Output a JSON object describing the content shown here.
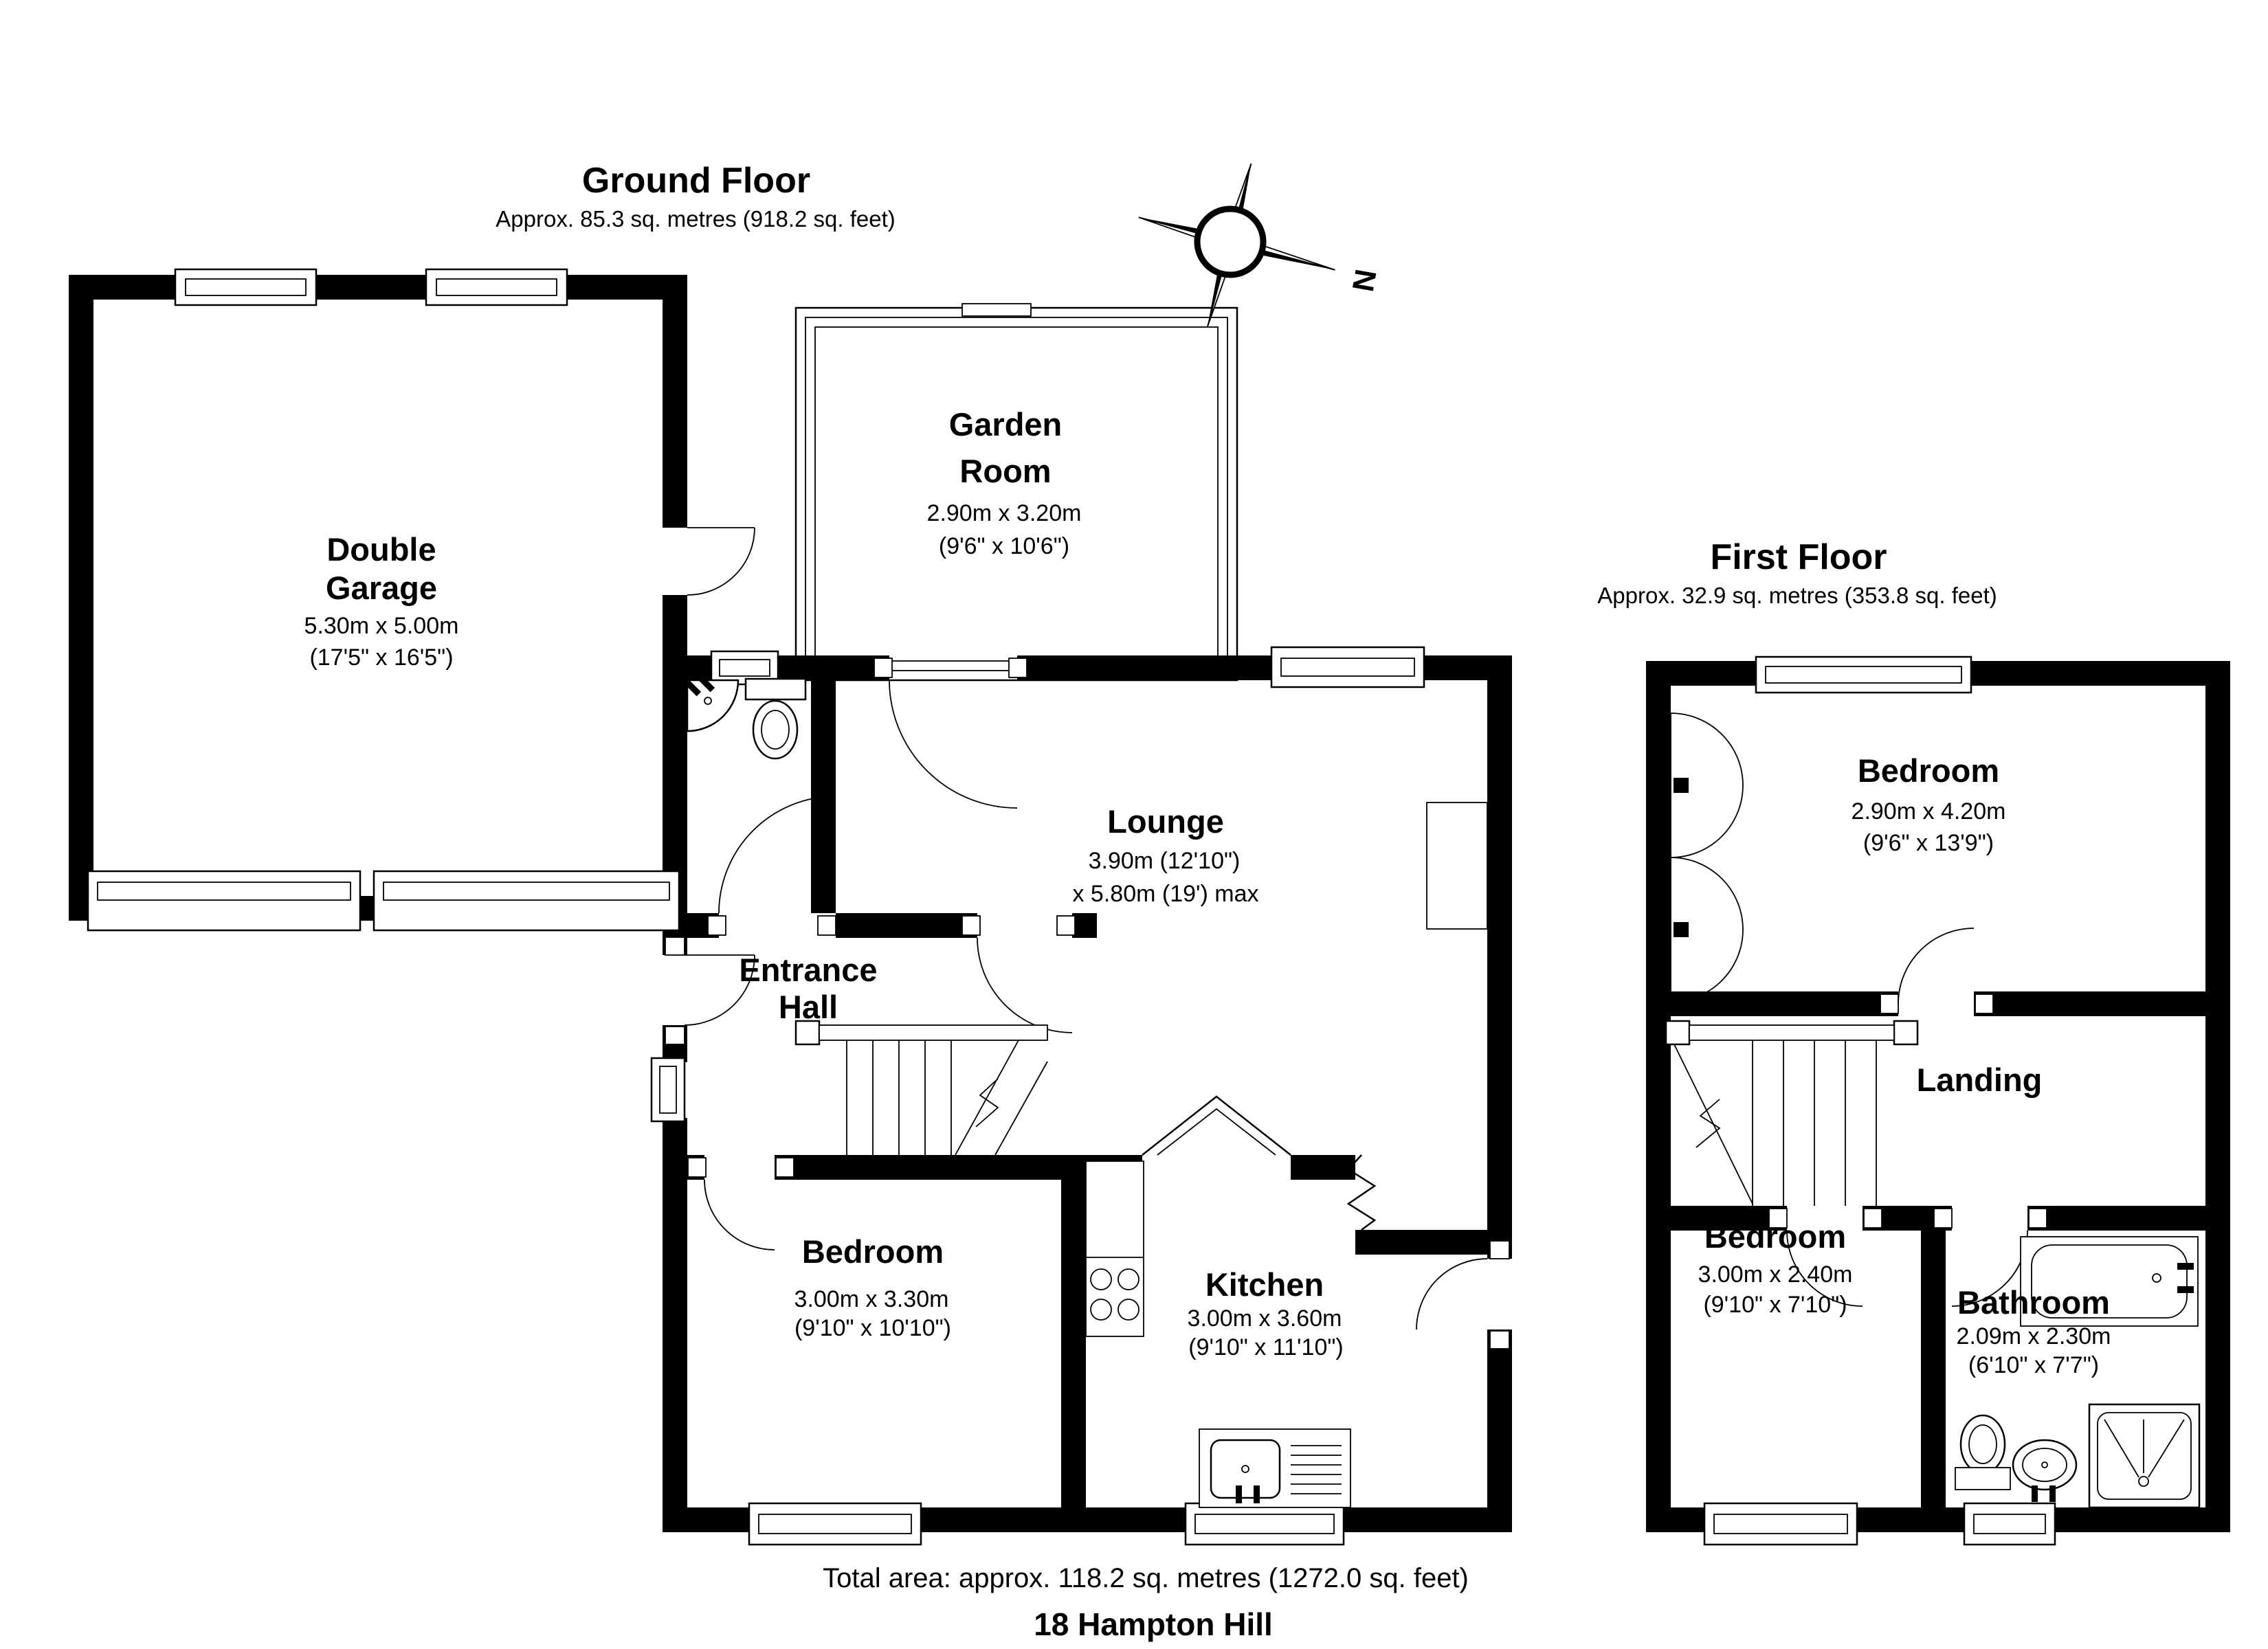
{
  "ground_floor": {
    "title": "Ground Floor",
    "subtitle": "Approx. 85.3 sq. metres (918.2 sq. feet)",
    "rooms": {
      "garage": {
        "name_line1": "Double",
        "name_line2": "Garage",
        "metric": "5.30m x 5.00m",
        "imperial": "(17'5\" x 16'5\")"
      },
      "garden_room": {
        "name_line1": "Garden",
        "name_line2": "Room",
        "metric": "2.90m x 3.20m",
        "imperial": "(9'6\" x 10'6\")"
      },
      "lounge": {
        "name": "Lounge",
        "metric": "3.90m (12'10\")",
        "imperial": "x 5.80m (19') max"
      },
      "entrance_hall": {
        "name_line1": "Entrance",
        "name_line2": "Hall"
      },
      "bedroom": {
        "name": "Bedroom",
        "metric": "3.00m x 3.30m",
        "imperial": "(9'10\" x 10'10\")"
      },
      "kitchen": {
        "name": "Kitchen",
        "metric": "3.00m x 3.60m",
        "imperial": "(9'10\" x 11'10\")"
      }
    }
  },
  "first_floor": {
    "title": "First Floor",
    "subtitle": "Approx. 32.9 sq. metres (353.8 sq. feet)",
    "rooms": {
      "bedroom_front": {
        "name": "Bedroom",
        "metric": "2.90m x 4.20m",
        "imperial": "(9'6\" x 13'9\")"
      },
      "landing": {
        "name": "Landing"
      },
      "bedroom_rear": {
        "name": "Bedroom",
        "metric": "3.00m x 2.40m",
        "imperial": "(9'10\" x 7'10\")"
      },
      "bathroom": {
        "name": "Bathroom",
        "metric": "2.09m x 2.30m",
        "imperial": "(6'10\" x 7'7\")"
      }
    }
  },
  "compass": {
    "label": "N"
  },
  "footer": {
    "total_area": "Total area: approx. 118.2 sq. metres (1272.0 sq. feet)",
    "address": "18 Hampton Hill"
  }
}
